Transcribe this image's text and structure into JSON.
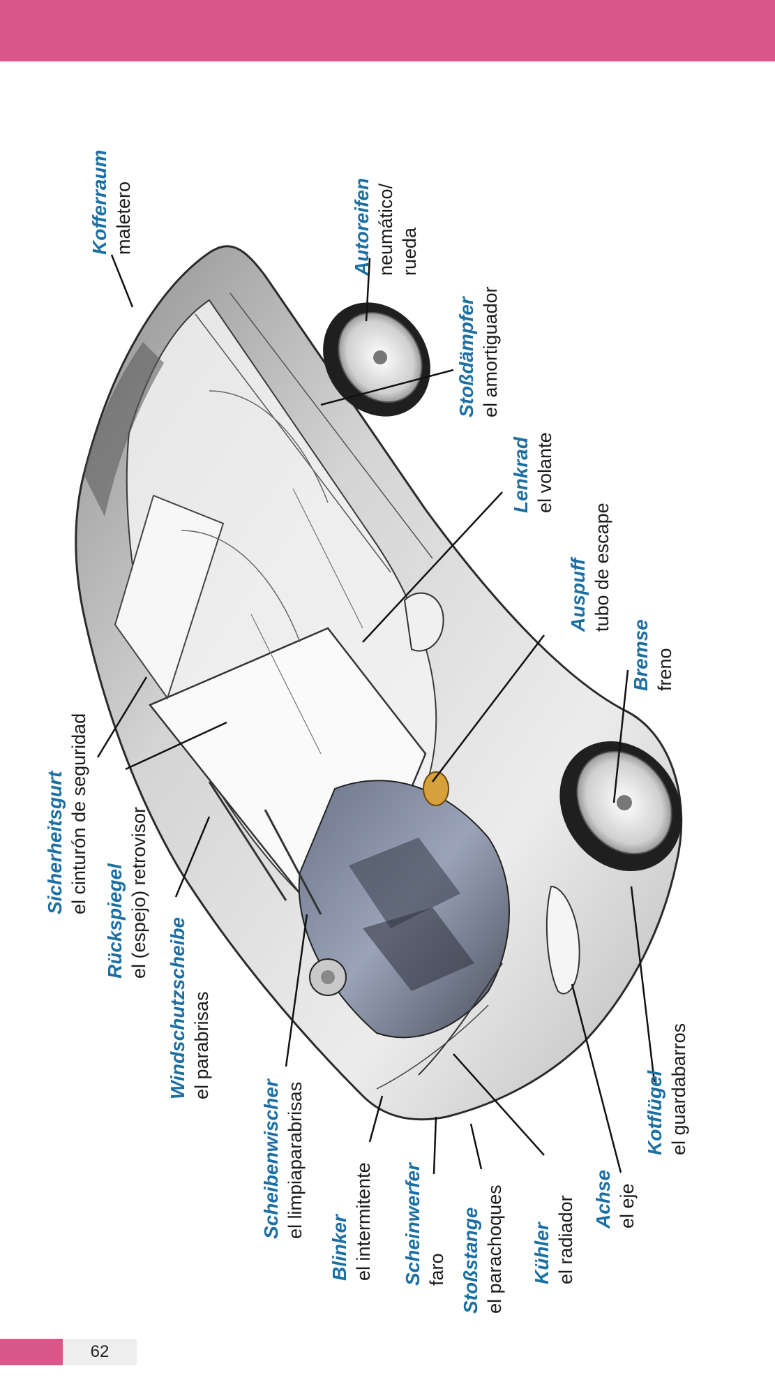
{
  "page": {
    "number": "62",
    "accent_color": "#dc5789",
    "term_color": "#1b6fa3"
  },
  "labels": [
    {
      "term": "Kofferraum",
      "translation": "maletero"
    },
    {
      "term": "Autoreifen",
      "translation": "neumático/ rueda"
    },
    {
      "term": "Stoßdämpfer",
      "translation": "el amortiguador"
    },
    {
      "term": "Lenkrad",
      "translation": "el volante"
    },
    {
      "term": "Auspuff",
      "translation": "tubo de escape"
    },
    {
      "term": "Bremse",
      "translation": "freno"
    },
    {
      "term": "Sicherheitsgurt",
      "translation": "el cinturón de seguridad"
    },
    {
      "term": "Rückspiegel",
      "translation": "el (espejo) retrovisor"
    },
    {
      "term": "Windschutzscheibe",
      "translation": "el parabrisas"
    },
    {
      "term": "Scheibenwischer",
      "translation": "el limpiaparabrisas"
    },
    {
      "term": "Blinker",
      "translation": "el intermitente"
    },
    {
      "term": "Scheinwerfer",
      "translation": "faro"
    },
    {
      "term": "Stoßstange",
      "translation": "el parachoques"
    },
    {
      "term": "Kühler",
      "translation": "el radiador"
    },
    {
      "term": "Achse",
      "translation": "el eje"
    },
    {
      "term": "Kotflügel",
      "translation": "el guardabarros"
    }
  ]
}
